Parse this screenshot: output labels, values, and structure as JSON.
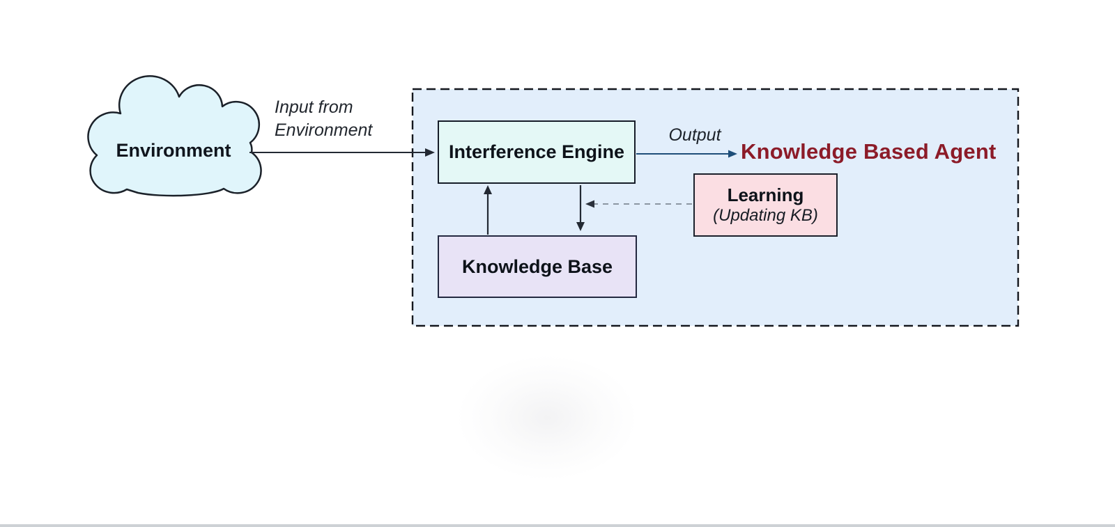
{
  "diagram": {
    "environment_label": "Environment",
    "input_label_line1": "Input from",
    "input_label_line2": "Environment",
    "inference_engine_label": "Interference Engine",
    "output_label": "Output",
    "agent_title": "Knowledge Based Agent",
    "learning_title": "Learning",
    "learning_subtitle": "(Updating KB)",
    "knowledge_base_label": "Knowledge Base"
  },
  "icons": {
    "environment_cloud": "cloud-shape"
  },
  "colors": {
    "boundary_fill": "#e2eefb",
    "boundary_stroke": "#14171d",
    "cloud_fill": "#e0f5fb",
    "cloud_stroke": "#1b2129",
    "engine_fill": "#e4f8f6",
    "knowledge_base_fill": "#e8e3f6",
    "learning_fill": "#fbdee3",
    "box_border": "#161c28",
    "agent_title_color": "#8c1b28",
    "output_arrow_color": "#1e4e79",
    "dark_arrow_color": "#232933",
    "dashed_feedback_color": "#808a95"
  }
}
